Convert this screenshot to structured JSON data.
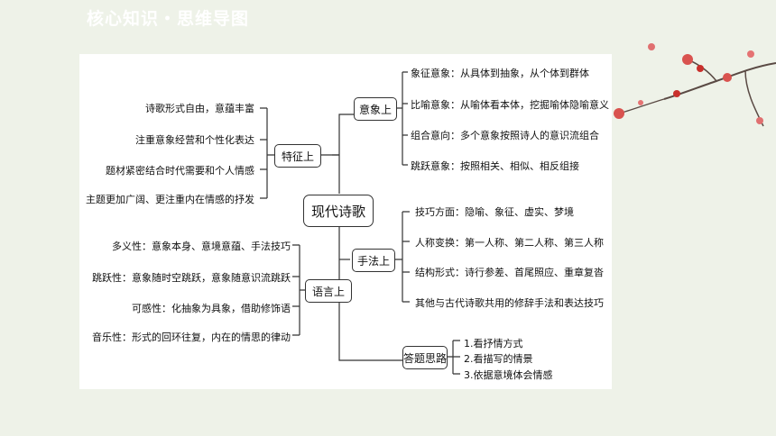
{
  "header": {
    "title": "核心知识・思维导图"
  },
  "center": "现代诗歌",
  "branches": {
    "imagery": {
      "label": "意象上",
      "items": [
        "象征意象：从具体到抽象，从个体到群体",
        "比喻意象：从喻体看本体，挖掘喻体隐喻意义",
        "组合意向：多个意象按照诗人的意识流组合",
        "跳跃意象：按照相关、相似、相反组接"
      ]
    },
    "technique": {
      "label": "手法上",
      "items": [
        "技巧方面：隐喻、象征、虚实、梦境",
        "人称变换：第一人称、第二人称、第三人称",
        "结构形式：诗行参差、首尾照应、重章复沓",
        "其他与古代诗歌共用的修辞手法和表达技巧"
      ]
    },
    "answer": {
      "label": "答题思路",
      "items": [
        "1.看抒情方式",
        "2.看描写的情景",
        "3.依据意境体会情感"
      ]
    },
    "features": {
      "label": "特征上",
      "items": [
        "诗歌形式自由，意蕴丰富",
        "注重意象经营和个性化表达",
        "题材紧密结合时代需要和个人情感",
        "主题更加广阔、更注重内在情感的抒发"
      ]
    },
    "language": {
      "label": "语言上",
      "items": [
        "多义性：意象本身、意境意蕴、手法技巧",
        "跳跃性：意象随时空跳跃，意象随意识流跳跃",
        "可感性：化抽象为具象，借助修饰语",
        "音乐性：形式的回环往复，内在的情思的律动"
      ]
    }
  }
}
